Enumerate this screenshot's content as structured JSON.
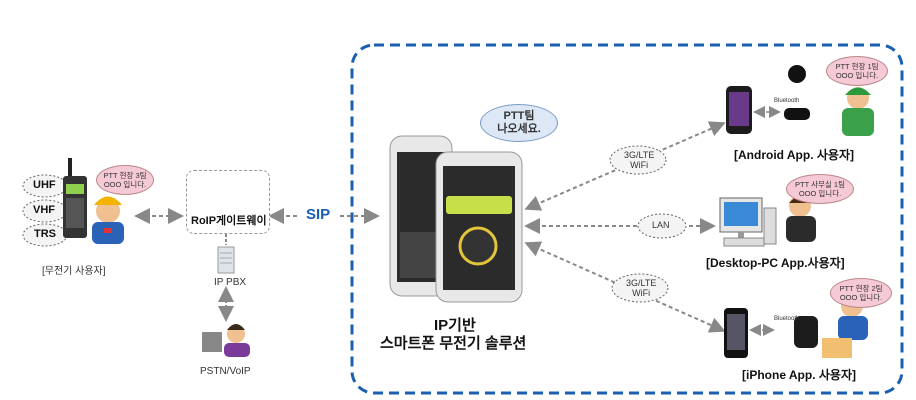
{
  "radio_user": {
    "clouds": [
      "UHF",
      "VHF",
      "TRS"
    ],
    "bubble": "PTT 현장 3팀\nOOO 입니다.",
    "label": "[무전기 사용자]"
  },
  "gateway": {
    "label": "RoIP게이트웨이",
    "pbx_label": "IP PBX",
    "pstn_label": "PSTN/VoIP"
  },
  "sip_label": "SIP",
  "solution": {
    "bubble": "PTT팀\n나오세요.",
    "title_line1": "IP기반",
    "title_line2": "스마트폰 무전기 솔루션"
  },
  "links": {
    "android": "3G/LTE\nWiFi",
    "desktop": "LAN",
    "iphone": "3G/LTE\nWiFi"
  },
  "clients": {
    "android": {
      "label": "[Android App. 사용자]",
      "bubble": "PTT 현장 1팀\nOOO 입니다.",
      "bt": "Bluetooth"
    },
    "desktop": {
      "label": "[Desktop-PC App.사용자]",
      "bubble": "PTT 사무실 1팀\nOOO 입니다."
    },
    "iphone": {
      "label": "[iPhone App. 사용자]",
      "bubble": "PTT 현장 2팀\nOOO 입니다.",
      "bt": "Bluetooth"
    }
  },
  "colors": {
    "dashed_border": "#1a5fb4",
    "sip_text": "#1a5fb4",
    "arrow": "#888888"
  }
}
